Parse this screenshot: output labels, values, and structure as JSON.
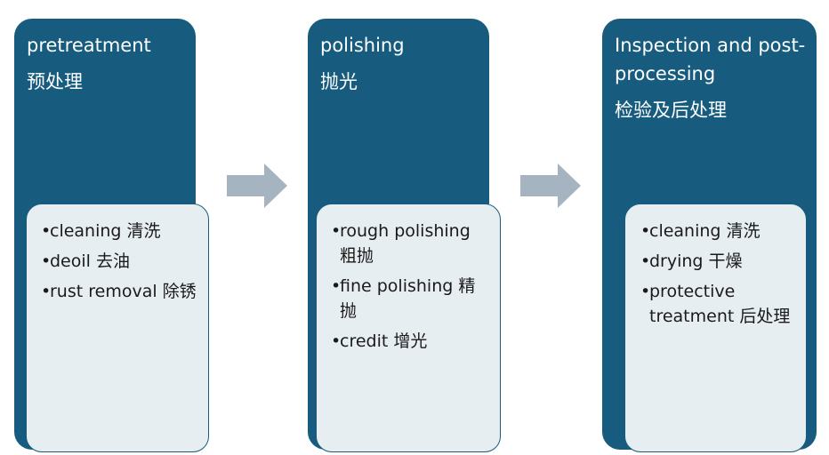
{
  "stages": [
    {
      "title": "pretreatment",
      "title_zh": "预处理",
      "items": [
        "cleaning 清洗",
        "deoil 去油",
        "rust removal 除锈"
      ]
    },
    {
      "title": "polishing",
      "title_zh": "抛光",
      "items": [
        "rough polishing 粗抛",
        "fine polishing 精抛",
        "credit 增光"
      ]
    },
    {
      "title": "Inspection and post-processing",
      "title_zh": "检验及后处理",
      "items": [
        "cleaning 清洗",
        "drying 干燥",
        "protective treatment 后处理"
      ]
    }
  ],
  "bullet": "•",
  "colors": {
    "stage_bg": "#175c7e",
    "card_bg": "#e7eef2",
    "arrow": "#a6b4c2",
    "text_light": "#ffffff",
    "text_dark": "#1a1a1a"
  }
}
